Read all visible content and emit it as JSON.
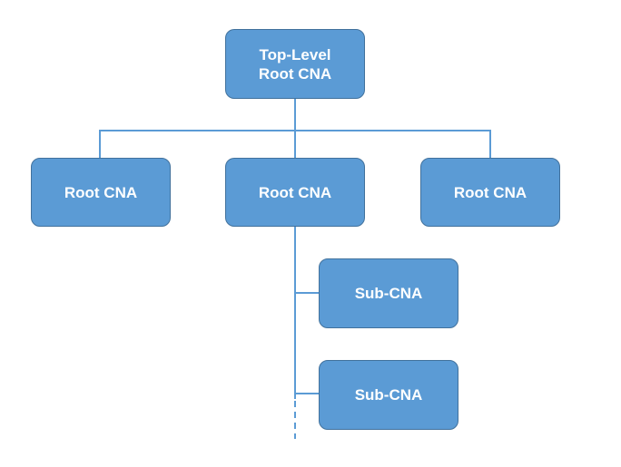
{
  "colors": {
    "node_fill": "#5b9bd5",
    "node_border": "#41719c",
    "node_text": "#ffffff",
    "connector": "#5b9bd5"
  },
  "nodes": {
    "top_level": {
      "label": "Top-Level\nRoot CNA"
    },
    "root_left": {
      "label": "Root CNA"
    },
    "root_center": {
      "label": "Root CNA"
    },
    "root_right": {
      "label": "Root CNA"
    },
    "sub_1": {
      "label": "Sub-CNA"
    },
    "sub_2": {
      "label": "Sub-CNA"
    }
  }
}
